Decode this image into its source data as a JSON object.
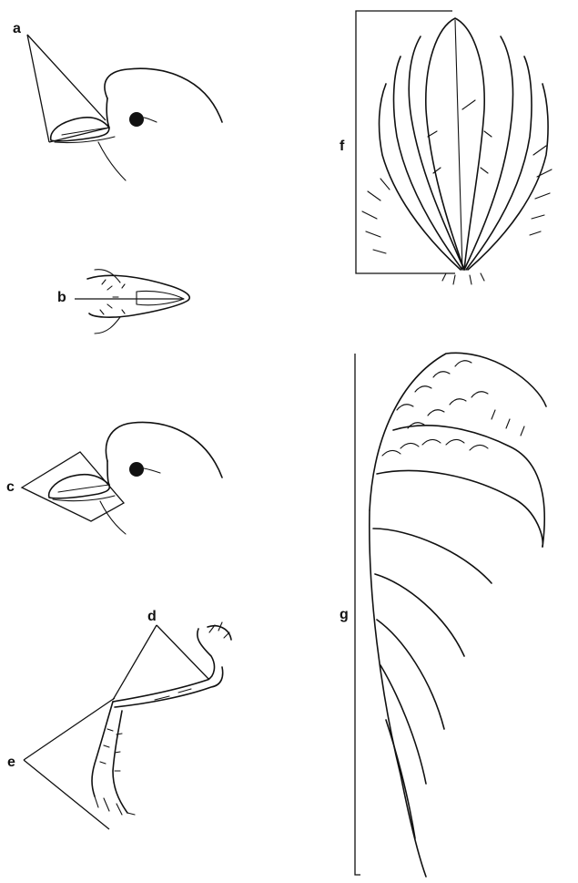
{
  "labels": {
    "a": "a",
    "b": "b",
    "c": "c",
    "d": "d",
    "e": "e",
    "f": "f",
    "g": "g"
  },
  "palette": {
    "ink": "#111111",
    "paper": "#ffffff"
  }
}
